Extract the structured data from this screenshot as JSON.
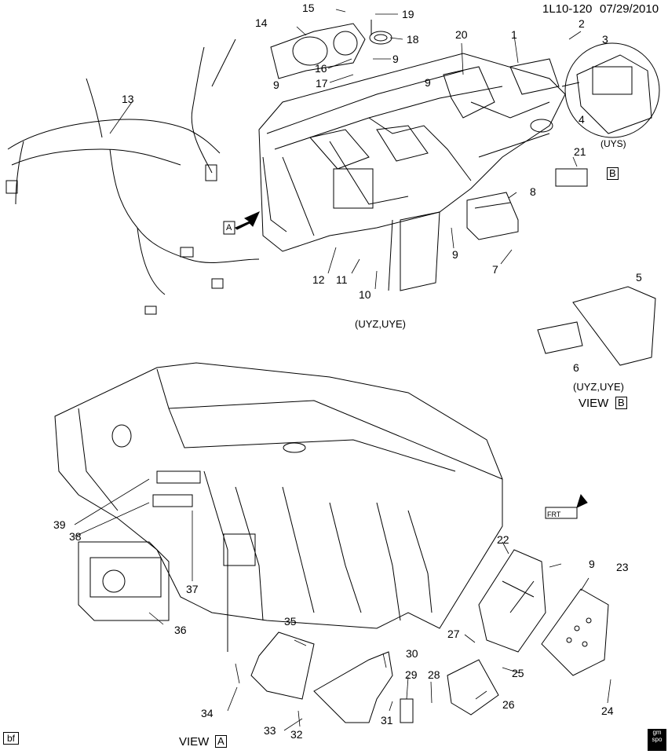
{
  "header": {
    "code": "1L10-120",
    "date": "07/29/2010"
  },
  "callouts": [
    "1",
    "2",
    "3",
    "4",
    "5",
    "6",
    "7",
    "8",
    "9",
    "9",
    "9",
    "9",
    "9",
    "10",
    "11",
    "12",
    "13",
    "14",
    "15",
    "16",
    "17",
    "18",
    "19",
    "20",
    "21",
    "22",
    "23",
    "24",
    "25",
    "26",
    "27",
    "28",
    "29",
    "30",
    "31",
    "32",
    "33",
    "34",
    "35",
    "36",
    "37",
    "38",
    "39"
  ],
  "labels": {
    "uys": "(UYS)",
    "view_b_letter": "B",
    "view_a_letter": "A",
    "uyz_uye_center": "(UYZ,UYE)",
    "uyz_uye_right": "(UYZ,UYE)",
    "view_b_text": "VIEW",
    "view_a_text": "VIEW",
    "arrow_a_letter": "A",
    "frt": "FRT",
    "bf": "bf",
    "logo_top": "gm",
    "logo_bottom": "spo"
  }
}
